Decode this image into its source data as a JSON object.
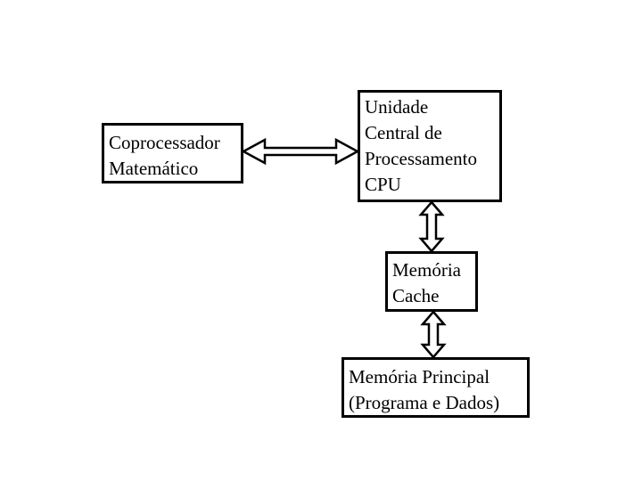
{
  "diagram": {
    "nodes": {
      "coprocessor": {
        "lines": [
          "Coprocessador",
          "Matemático"
        ]
      },
      "cpu": {
        "lines": [
          "Unidade",
          "Central de",
          "Processamento",
          "CPU"
        ]
      },
      "cache": {
        "lines": [
          "Memória",
          "Cache"
        ]
      },
      "main_memory": {
        "lines": [
          "Memória Principal",
          "(Programa e Dados)"
        ]
      }
    },
    "edges": [
      {
        "from": "coprocessor",
        "to": "cpu",
        "style": "double-headed hollow arrow"
      },
      {
        "from": "cpu",
        "to": "cache",
        "style": "double-headed hollow arrow"
      },
      {
        "from": "cache",
        "to": "main_memory",
        "style": "double-headed hollow arrow"
      }
    ],
    "colors": {
      "stroke": "#000000",
      "fill": "#ffffff"
    }
  }
}
